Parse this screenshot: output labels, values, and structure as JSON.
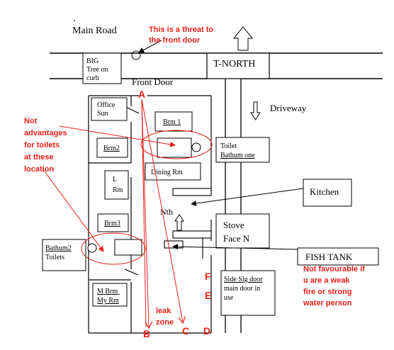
{
  "colors": {
    "annotation": "#e8201a",
    "line": "#000000",
    "background": "#ffffff"
  },
  "labels": {
    "main_road": "Main Road",
    "t_north": "T-NORTH",
    "big_tree": [
      "BIG",
      "Tree on",
      "curb"
    ],
    "front_door": "Front Door",
    "driveway": "Driveway",
    "office": [
      "Office",
      "Sun"
    ],
    "brm1": "Brm 1",
    "brm2": "Brm2",
    "brm3": "Brm3",
    "dining": "Dining Rm",
    "l_rm": [
      "L",
      "Rm"
    ],
    "toilet_bathum": [
      "Toilet",
      "Bathum one"
    ],
    "kitchen": "Kitchen",
    "nth": "Nth",
    "stove": [
      "Stove",
      "Face N"
    ],
    "bathum2": [
      "Bathum2",
      "Toilets"
    ],
    "fish_tank": "FISH TANK",
    "m_brm": [
      "M Brm",
      "My Rm"
    ],
    "side_door": [
      "Side Slg door",
      "main door in",
      "use"
    ]
  },
  "annotations": {
    "threat": [
      "This is a threat to",
      "the front door"
    ],
    "not_advantages": [
      "Not",
      "advantages",
      "for toilets",
      "at these",
      "location"
    ],
    "not_favourable": [
      "Not favourable if",
      "u are a weak",
      "fire or strong",
      "water person"
    ],
    "leak_zone": [
      "leak",
      "zone"
    ]
  },
  "letters": {
    "a": "A",
    "b": "B",
    "c": "C",
    "d": "D",
    "e": "E",
    "f": "F"
  },
  "icons": [
    "north-arrow-icon",
    "driveway-arrow-icon",
    "nth-arrow-icon",
    "tree-icon"
  ]
}
